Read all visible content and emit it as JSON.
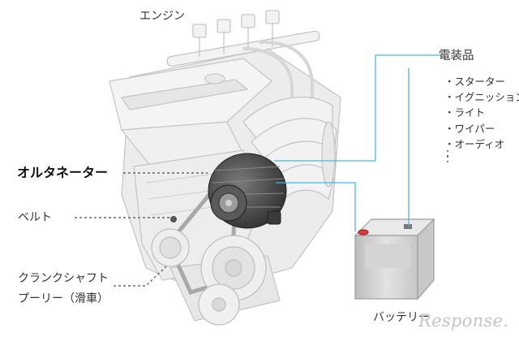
{
  "labels": {
    "engine": "エンジン",
    "alternator": "オルタネーター",
    "belt": "ベルト",
    "crank_line1": "クランクシャフト",
    "crank_line2": "プーリー（滑車）",
    "battery": "バッテリー",
    "electrical": "電装品"
  },
  "electrical_items": [
    "スターター",
    "イグニッション",
    "ライト",
    "ワイパー",
    "オーディオ"
  ],
  "watermark": "Response.",
  "colors": {
    "wire": "#4ab7e3",
    "label_text": "#333333",
    "leader_line": "#666666",
    "alternator": "#4a4a4a",
    "battery_terminal": "#e23a3a",
    "engine_fill": "#eeeeee",
    "engine_stroke": "#c8c8c8"
  }
}
